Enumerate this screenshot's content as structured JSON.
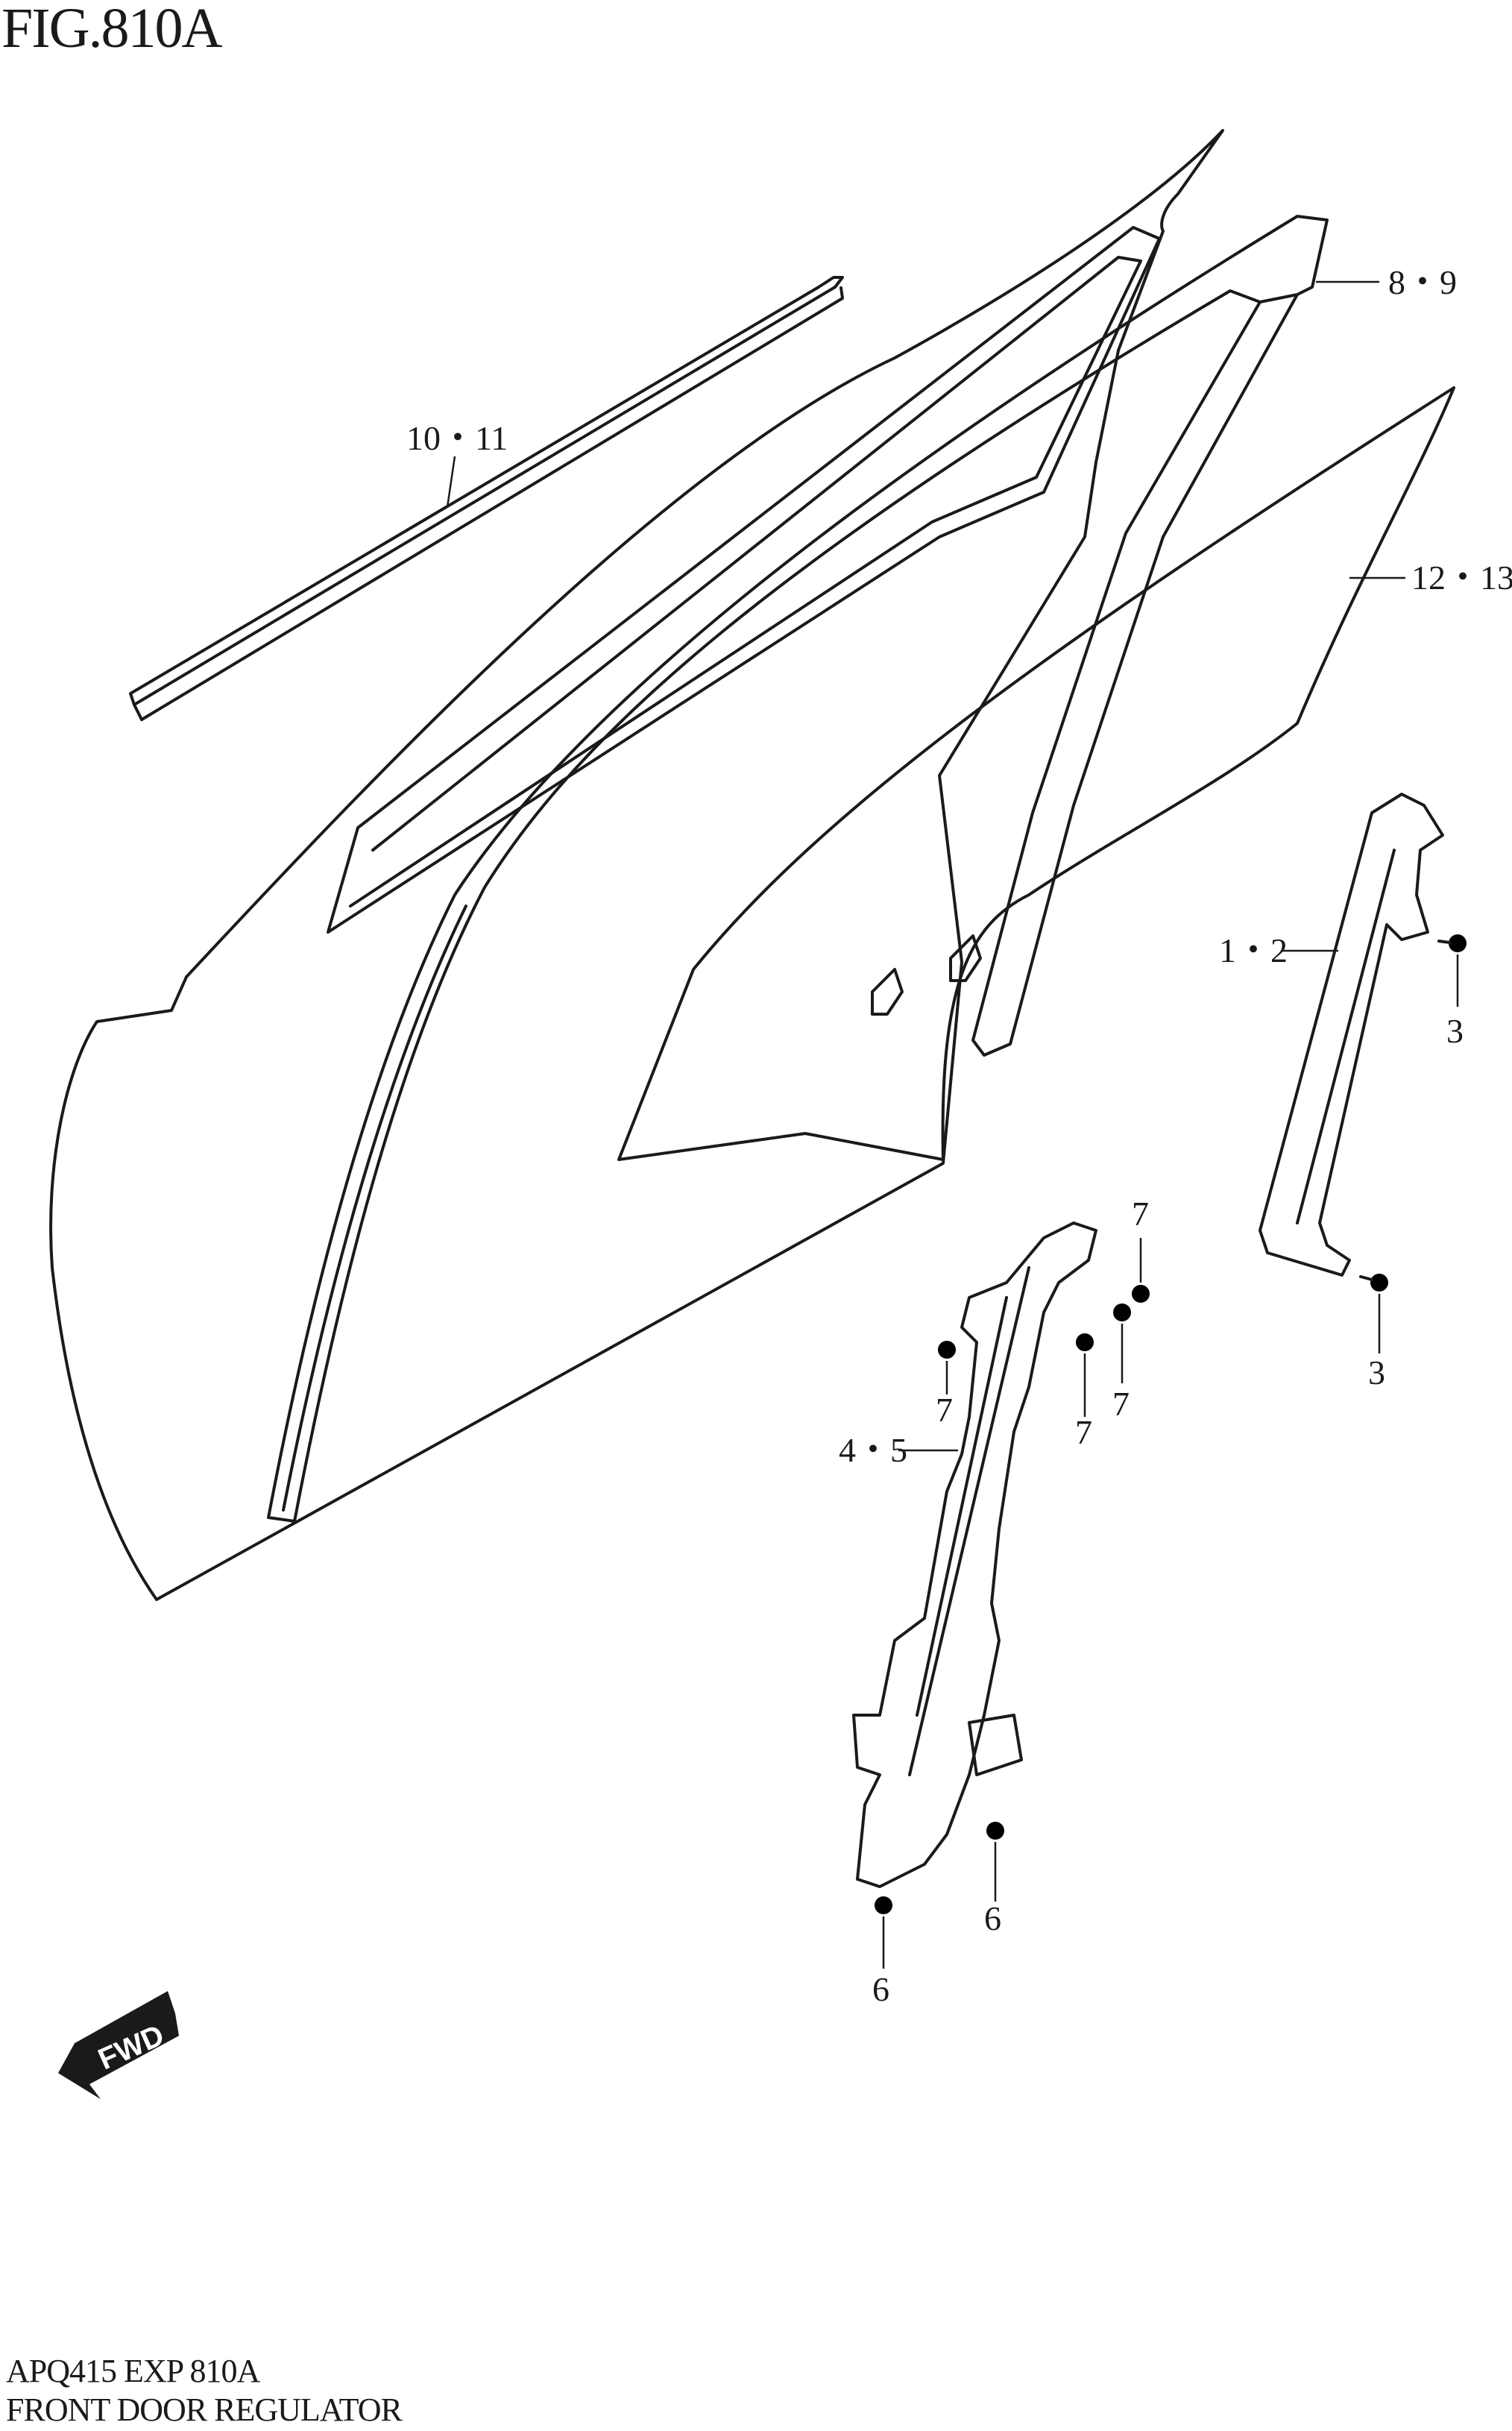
{
  "figure": {
    "title": "FIG.810A",
    "code": "APQ415 EXP 810A",
    "name": "FRONT DOOR REGULATOR"
  },
  "callouts": {
    "c8_9": "8・9",
    "c10_11": "10・11",
    "c12_13": "12・13",
    "c1_2": "1・2",
    "c3_upper": "3",
    "c3_lower": "3",
    "c7_a": "7",
    "c7_b": "7",
    "c7_c": "7",
    "c7_d": "7",
    "c4_5": "4・5",
    "c6_right": "6",
    "c6_left": "6"
  },
  "fwd_badge": {
    "label": "FWD"
  },
  "colors": {
    "line": "#1a1a1a",
    "background": "#ffffff"
  }
}
